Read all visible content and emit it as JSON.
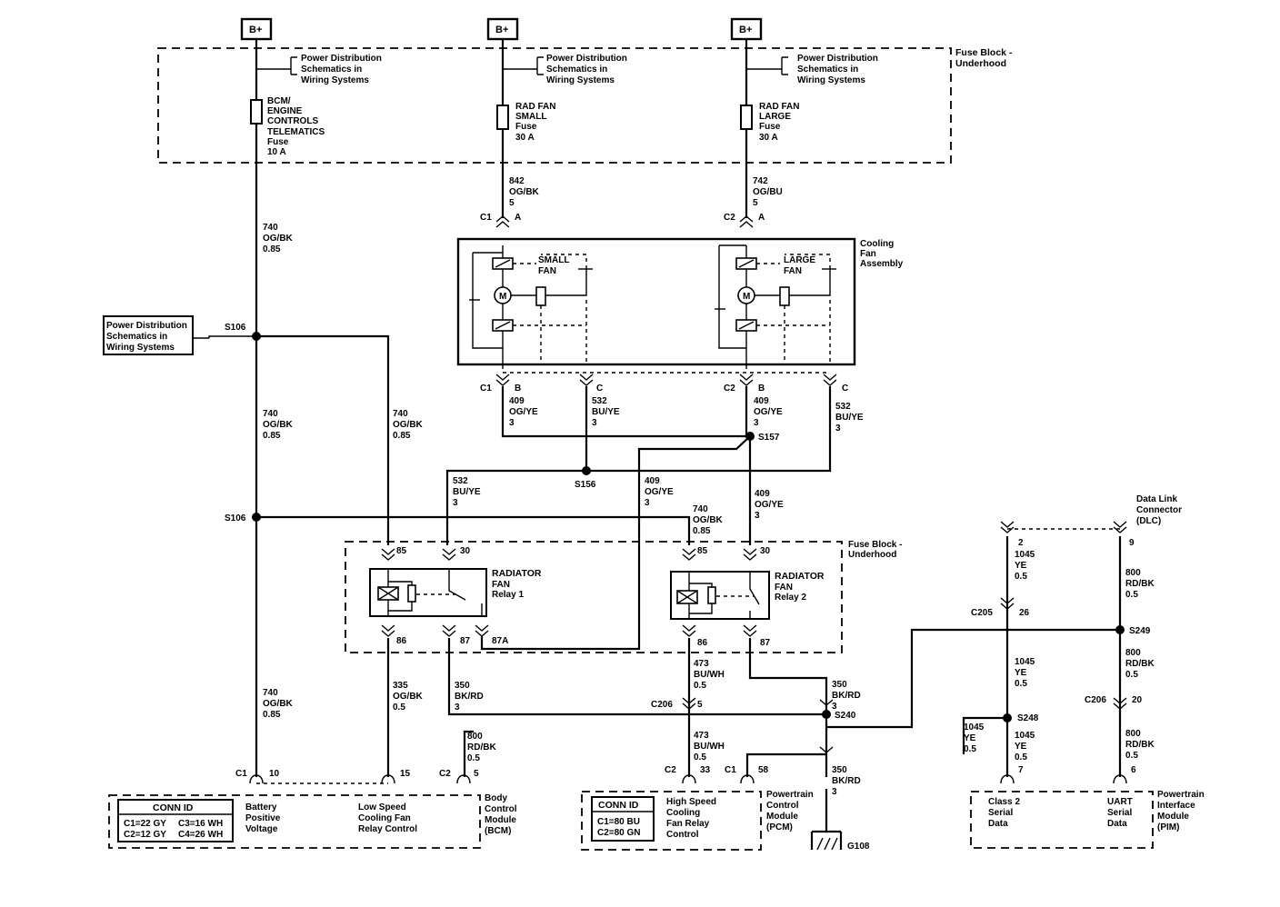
{
  "diagram": {
    "power": {
      "bplus": "B+",
      "power_dist_ref": [
        "Power Distribution",
        "Schematics in",
        "Wiring Systems"
      ]
    },
    "fuse_block_top": [
      "Fuse Block -",
      "Underhood"
    ],
    "fuses": {
      "bcm": [
        "BCM/",
        "ENGINE",
        "CONTROLS",
        "TELEMATICS",
        "Fuse",
        "10 A"
      ],
      "small": [
        "RAD FAN",
        "SMALL",
        "Fuse",
        "30 A"
      ],
      "large": [
        "RAD FAN",
        "LARGE",
        "Fuse",
        "30 A"
      ]
    },
    "wires": {
      "w842": [
        "842",
        "OG/BK",
        "5"
      ],
      "w742": [
        "742",
        "OG/BU",
        "5"
      ],
      "w740a": [
        "740",
        "OG/BK",
        "0.85"
      ],
      "w740b": [
        "740",
        "OG/BK",
        "0.85"
      ],
      "w740c": [
        "740",
        "OG/BK",
        "0.85"
      ],
      "w740d": [
        "740",
        "OG/BK",
        "0.85"
      ],
      "w740e": [
        "740",
        "OG/BK",
        "0.85"
      ],
      "w409a": [
        "409",
        "OG/YE",
        "3"
      ],
      "w532a": [
        "532",
        "BU/YE",
        "3"
      ],
      "w409b": [
        "409",
        "OG/YE",
        "3"
      ],
      "w532b": [
        "532",
        "BU/YE",
        "3"
      ],
      "w532c": [
        "532",
        "BU/YE",
        "3"
      ],
      "w409c": [
        "409",
        "OG/YE",
        "3"
      ],
      "w409d": [
        "409",
        "OG/YE",
        "3"
      ],
      "w335": [
        "335",
        "OG/BK",
        "0.5"
      ],
      "w350a": [
        "350",
        "BK/RD",
        "3"
      ],
      "w800a": [
        "800",
        "RD/BK",
        "0.5"
      ],
      "w473a": [
        "473",
        "BU/WH",
        "0.5"
      ],
      "w473b": [
        "473",
        "BU/WH",
        "0.5"
      ],
      "w350b": [
        "350",
        "BK/RD",
        "3"
      ],
      "w350c": [
        "350",
        "BK/RD",
        "3"
      ],
      "w1045a": [
        "1045",
        "YE",
        "0.5"
      ],
      "w1045b": [
        "1045",
        "YE",
        "0.5"
      ],
      "w1045c": [
        "1045",
        "YE",
        "0.5"
      ],
      "w1045d": [
        "1045",
        "YE",
        "0.5"
      ],
      "w800b": [
        "800",
        "RD/BK",
        "0.5"
      ],
      "w800c": [
        "800",
        "RD/BK",
        "0.5"
      ],
      "w800d": [
        "800",
        "RD/BK",
        "0.5"
      ]
    },
    "connectors": {
      "c1": "C1",
      "c2": "C2",
      "a": "A",
      "b": "B",
      "c": "C",
      "c206": "C206",
      "c205": "C205",
      "pin85": "85",
      "pin30": "30",
      "pin86": "86",
      "pin87": "87",
      "pin87a": "87A",
      "pin10": "10",
      "pin15": "15",
      "pin5": "5",
      "pin33": "33",
      "pin58": "58",
      "pin2": "2",
      "pin9": "9",
      "pin26": "26",
      "pin20": "20",
      "pin7": "7",
      "pin6": "6"
    },
    "splices": {
      "s106a": "S106",
      "s106b": "S106",
      "s157": "S157",
      "s156": "S156",
      "s240": "S240",
      "s248": "S248",
      "s249": "S249"
    },
    "ground": "G108",
    "cooling_fan_assembly": [
      "Cooling",
      "Fan",
      "Assembly"
    ],
    "small_fan": [
      "SMALL",
      "FAN"
    ],
    "large_fan": [
      "LARGE",
      "FAN"
    ],
    "motor": "M",
    "relay1": [
      "RADIATOR",
      "FAN",
      "Relay 1"
    ],
    "relay2": [
      "RADIATOR",
      "FAN",
      "Relay 2"
    ],
    "fuse_block_mid": [
      "Fuse Block -",
      "Underhood"
    ],
    "dlc": [
      "Data Link",
      "Connector",
      "(DLC)"
    ],
    "bcm": {
      "conn_title": "CONN ID",
      "conn_rows": [
        "C1=22 GY",
        "C3=16 WH",
        "C2=12 GY",
        "C4=26 WH"
      ],
      "battery": [
        "Battery",
        "Positive",
        "Voltage"
      ],
      "low_speed": [
        "Low Speed",
        "Cooling Fan",
        "Relay Control"
      ],
      "name": [
        "Body",
        "Control",
        "Module",
        "(BCM)"
      ]
    },
    "pcm": {
      "conn_title": "CONN ID",
      "conn_rows": [
        "C1=80 BU",
        "C2=80 GN"
      ],
      "high_speed": [
        "High Speed",
        "Cooling",
        "Fan Relay",
        "Control"
      ],
      "name": [
        "Powertrain",
        "Control",
        "Module",
        "(PCM)"
      ]
    },
    "pim": {
      "class2": [
        "Class 2",
        "Serial",
        "Data"
      ],
      "uart": [
        "UART",
        "Serial",
        "Data"
      ],
      "name": [
        "Powertrain",
        "Interface",
        "Module",
        "(PIM)"
      ]
    }
  }
}
